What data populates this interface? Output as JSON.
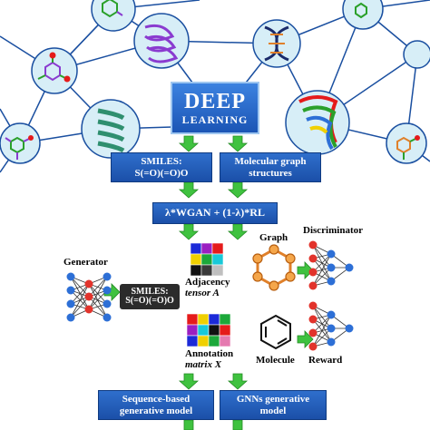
{
  "deep_learning": {
    "line1": "DEEP",
    "line2": "LEARNING"
  },
  "boxes": {
    "smiles": {
      "line1": "SMILES:",
      "line2": "S(=O)(=O)O"
    },
    "graph_structures": {
      "line1": "Molecular graph",
      "line2": "structures"
    },
    "objective": "λ*WGAN + (1-λ)*RL",
    "sequence_model": {
      "line1": "Sequence-based",
      "line2": "generative model"
    },
    "gnn_model": {
      "line1": "GNNs generative",
      "line2": "model"
    }
  },
  "labels": {
    "generator": "Generator",
    "smiles_small": {
      "line1": "SMILES:",
      "line2": "S(=O)(=O)O"
    },
    "adjacency": {
      "line1": "Adjacency",
      "line2": "tensor A"
    },
    "annotation": {
      "line1": "Annotation",
      "line2": "matrix X"
    },
    "graph": "Graph",
    "discriminator": "Discriminator",
    "molecule": "Molecule",
    "reward": "Reward"
  },
  "colors": {
    "box_blue": "#1f5bb5",
    "arrow_green": "#3fc23f",
    "network_line": "#1a4fa0",
    "node_fill": "#d7eef7",
    "graph_orange": "#e0802a",
    "neuron_red": "#e2332b",
    "neuron_blue": "#2d6fd6"
  },
  "matrix_colors": {
    "adjacency": [
      "#1c2ad8",
      "#9b1fc1",
      "#e51b1b",
      "#f0d000",
      "#1ca83a",
      "#18c9d8",
      "#111111",
      "#3a3a3a",
      "#bfbfbf"
    ],
    "annotation": [
      "#e51b1b",
      "#f0d000",
      "#1c2ad8",
      "#1ca83a",
      "#9b1fc1",
      "#18c9d8",
      "#111111",
      "#e51b1b",
      "#1c2ad8",
      "#f0d000",
      "#1ca83a",
      "#e57ab0"
    ]
  }
}
